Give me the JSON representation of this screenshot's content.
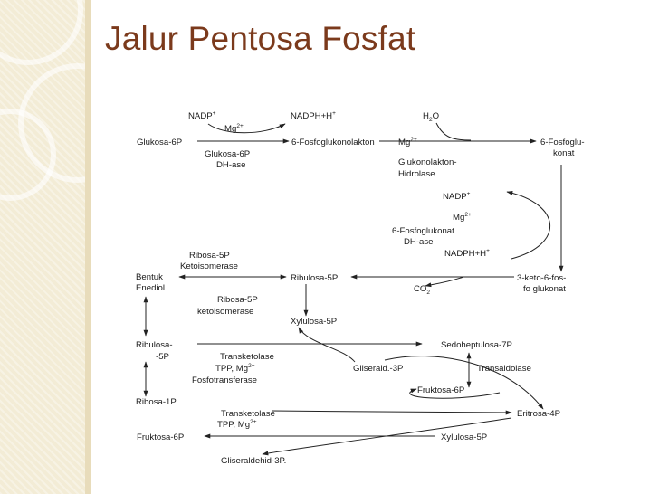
{
  "slide": {
    "title": "Jalur Pentosa Fosfat"
  },
  "diagram": {
    "labels": [
      {
        "id": "nadp1",
        "text": "NADP",
        "sup": "+"
      },
      {
        "id": "nadph1",
        "text": "NADPH+H",
        "sup": "+"
      },
      {
        "id": "mg1",
        "text": "Mg",
        "sup": "2+"
      },
      {
        "id": "glukosa6p",
        "text": "Glukosa-6P"
      },
      {
        "id": "fosfoglukonolakton",
        "text": "6-Fosfoglukonolakton"
      },
      {
        "id": "enz_g6pdh_1",
        "text": "Glukosa-6P"
      },
      {
        "id": "enz_g6pdh_2",
        "text": "DH-ase"
      },
      {
        "id": "h2o",
        "text": "H",
        "sub": "2",
        "text2": "O"
      },
      {
        "id": "mg2",
        "text": "Mg",
        "sup": "2+"
      },
      {
        "id": "enz_lakt_1",
        "text": "Glukonolakton-"
      },
      {
        "id": "enz_lakt_2",
        "text": "Hidrolase"
      },
      {
        "id": "fosfoglukonat_1",
        "text": "6-Fosfoglu-"
      },
      {
        "id": "fosfoglukonat_2",
        "text": "konat"
      },
      {
        "id": "nadp2",
        "text": "NADP",
        "sup": "+"
      },
      {
        "id": "mg3",
        "text": "Mg",
        "sup": "2+"
      },
      {
        "id": "enz_6pgdh_1",
        "text": "6-Fosfoglukonat"
      },
      {
        "id": "enz_6pgdh_2",
        "text": "DH-ase"
      },
      {
        "id": "nadph2",
        "text": "NADPH+H",
        "sup": "+"
      },
      {
        "id": "keto_1",
        "text": "3-keto-6-fos-"
      },
      {
        "id": "keto_2",
        "text": "fo glukonat"
      },
      {
        "id": "co2",
        "text": "CO",
        "sub": "2"
      },
      {
        "id": "ribulosa5p",
        "text": "Ribulosa-5P"
      },
      {
        "id": "enz_r5pki_1",
        "text": "Ribosa-5P"
      },
      {
        "id": "enz_r5pki_2",
        "text": "Ketoisomerase"
      },
      {
        "id": "enediol_1",
        "text": "Bentuk"
      },
      {
        "id": "enediol_2",
        "text": "Enediol"
      },
      {
        "id": "enz_r5pki2_1",
        "text": "Ribosa-5P"
      },
      {
        "id": "enz_r5pki2_2",
        "text": "ketoisomerase"
      },
      {
        "id": "xylulosa5p_top",
        "text": "Xylulosa-5P"
      },
      {
        "id": "ribulosa_1",
        "text": "Ribulosa-"
      },
      {
        "id": "ribulosa_2",
        "text": "-5P"
      },
      {
        "id": "enz_tk1_1",
        "text": "Transketolase"
      },
      {
        "id": "enz_tk1_2",
        "text": "TPP, Mg",
        "sup": "2+"
      },
      {
        "id": "enz_ft",
        "text": "Fosfotransferase"
      },
      {
        "id": "sedoheptulosa",
        "text": "Sedoheptulosa-7P"
      },
      {
        "id": "gliserald3p",
        "text": "Gliserald.-3P"
      },
      {
        "id": "transaldolase",
        "text": "Transaldolase"
      },
      {
        "id": "ribosa1p",
        "text": "Ribosa-1P"
      },
      {
        "id": "fruktosa6p_r",
        "text": "Fruktosa-6P"
      },
      {
        "id": "enz_tk2_1",
        "text": "Transketolase"
      },
      {
        "id": "enz_tk2_2",
        "text": "TPP, Mg",
        "sup": "2+"
      },
      {
        "id": "eritrosa4p",
        "text": "Eritrosa-4P"
      },
      {
        "id": "fruktosa6p_l",
        "text": "Fruktosa-6P"
      },
      {
        "id": "xylulosa5p_bot",
        "text": "Xylulosa-5P"
      },
      {
        "id": "gliseraldehid",
        "text": "Gliseraldehid-3P."
      }
    ]
  }
}
